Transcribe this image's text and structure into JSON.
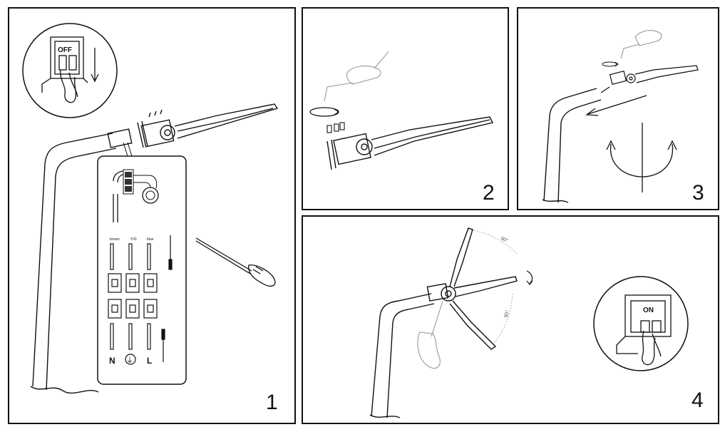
{
  "panels": [
    {
      "step": "1",
      "switch_label": "OFF",
      "wiring": {
        "wire_labels": [
          "brown",
          "Y/G",
          "blue"
        ],
        "terminal_symbols": [
          "N",
          "⏚",
          "L"
        ]
      }
    },
    {
      "step": "2"
    },
    {
      "step": "3"
    },
    {
      "step": "4",
      "angle_top": "90°",
      "angle_bottom": "90°",
      "switch_label": "ON"
    }
  ]
}
